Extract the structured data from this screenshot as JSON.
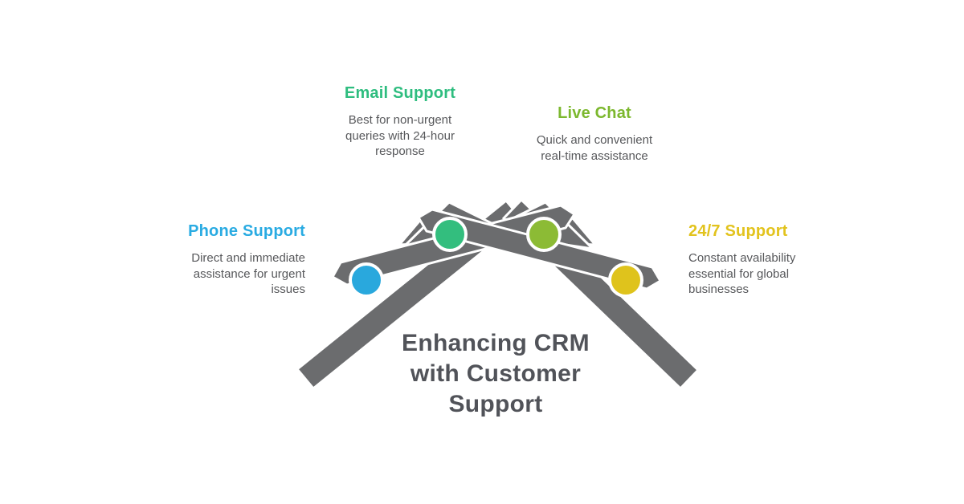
{
  "page": {
    "background": "#ffffff"
  },
  "title": {
    "full": "Enhancing CRM with Customer Support",
    "lines": [
      "Enhancing CRM",
      "with Customer",
      "Support"
    ],
    "color": "#515359"
  },
  "items": [
    {
      "key": "phone-support",
      "label": "Phone Support",
      "heading_color": "#29ABE2",
      "circle_color": "#29A8DD",
      "desc": "Direct and immediate assistance for urgent issues",
      "lines": [
        "Direct and immediate",
        "assistance for urgent",
        "issues"
      ]
    },
    {
      "key": "email-support",
      "label": "Email Support",
      "heading_color": "#2EBD7F",
      "circle_color": "#33BE7E",
      "desc": "Best for non-urgent queries with 24-hour response",
      "lines": [
        "Best for non-urgent",
        "queries with 24-hour",
        "response"
      ]
    },
    {
      "key": "live-chat",
      "label": "Live Chat",
      "heading_color": "#7CB82E",
      "circle_color": "#8CBB35",
      "desc": "Quick and convenient real-time assistance",
      "lines": [
        "Quick and convenient",
        "real-time assistance"
      ]
    },
    {
      "key": "24-7-support",
      "label": "24/7 Support",
      "heading_color": "#E2C31D",
      "circle_color": "#DFC31C",
      "desc": "Constant availability essential for global businesses",
      "lines": [
        "Constant availability",
        "essential for global",
        "businesses"
      ]
    }
  ],
  "graphic": {
    "bar_color": "#6B6C6E",
    "outline_color": "#ffffff",
    "body_text_color": "#57585B"
  }
}
